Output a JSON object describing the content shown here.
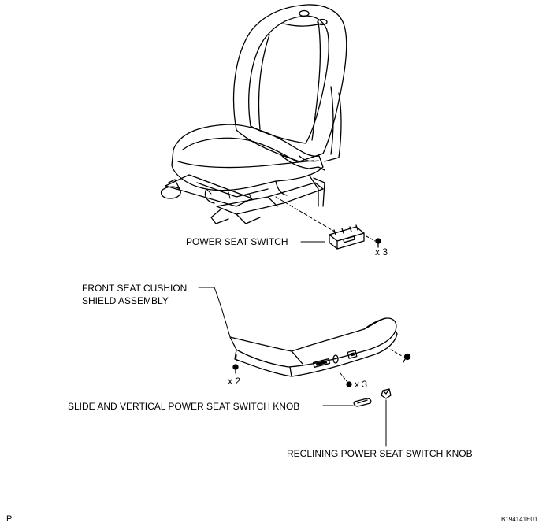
{
  "labels": {
    "power_seat_switch": "POWER SEAT SWITCH",
    "power_seat_switch_qty": "x 3",
    "cushion_shield_line1": "FRONT SEAT CUSHION",
    "cushion_shield_line2": "SHIELD ASSEMBLY",
    "shield_screw_qty": "x 2",
    "shield_clip_qty": "x 3",
    "slide_vertical_knob": "SLIDE AND VERTICAL POWER SEAT SWITCH KNOB",
    "reclining_knob": "RECLINING POWER SEAT SWITCH KNOB"
  },
  "corner": {
    "left_mark": "P",
    "figure_code": "B194141E01"
  }
}
